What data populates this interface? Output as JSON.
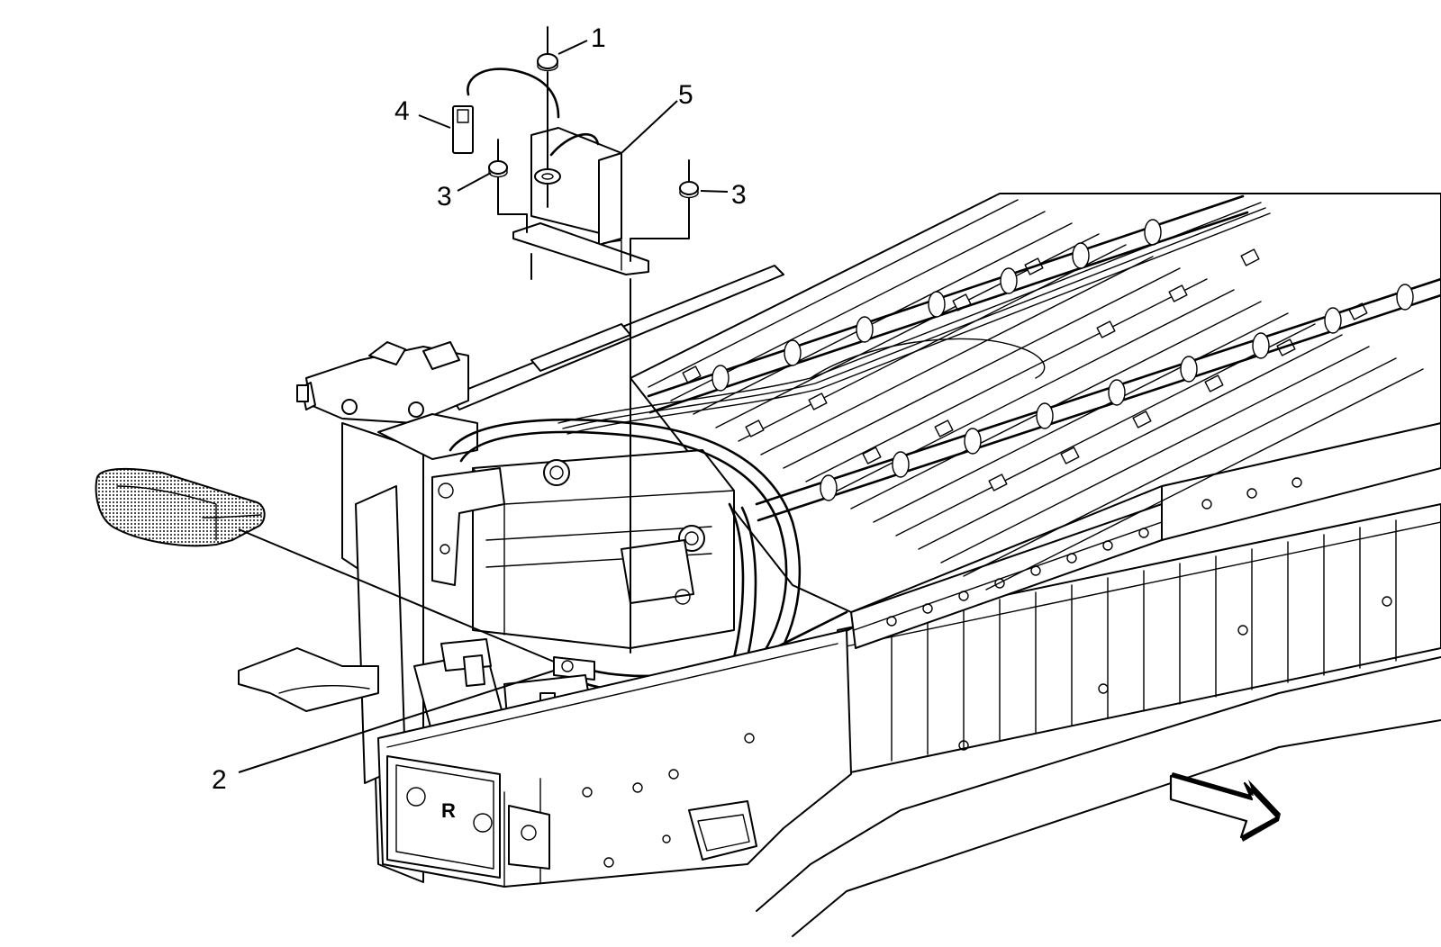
{
  "diagram": {
    "callouts": [
      {
        "id": "callout-1",
        "label": "1"
      },
      {
        "id": "callout-2",
        "label": "2"
      },
      {
        "id": "callout-3a",
        "label": "3"
      },
      {
        "id": "callout-3b",
        "label": "3"
      },
      {
        "id": "callout-4",
        "label": "4"
      },
      {
        "id": "callout-5",
        "label": "5"
      }
    ],
    "plate_letter": "R",
    "icons": {
      "direction": "direction-arrow-icon",
      "insulated_glove": "insulated-glove-icon"
    },
    "colors": {
      "line": "#000000",
      "background": "#ffffff",
      "glove_fill": "#9a9a9a"
    }
  }
}
